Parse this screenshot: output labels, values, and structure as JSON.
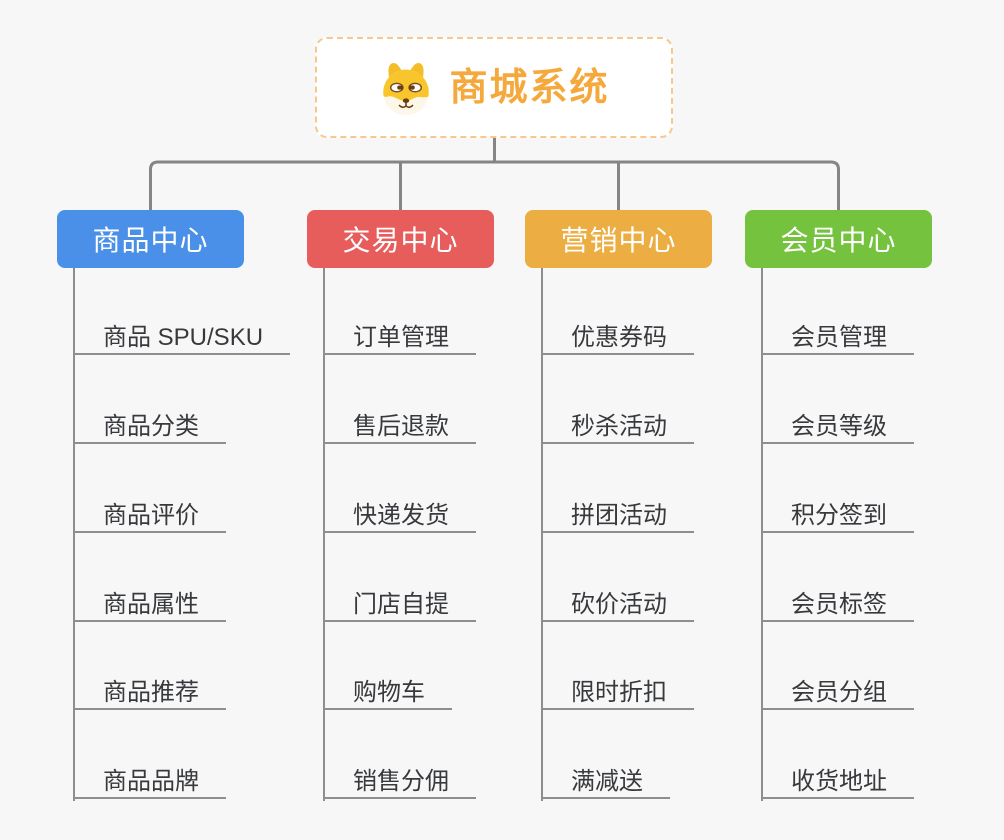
{
  "page": {
    "background": "#f7f7f7"
  },
  "root": {
    "title": "商城系统",
    "icon": "dog-face-icon",
    "text_color": "#f5a93d",
    "border_color": "#f6c88e"
  },
  "connector_color": "#858585",
  "leaf_line_color": "#8e8e8e",
  "branches": [
    {
      "label": "商品中心",
      "color": "#4a90e8",
      "children": [
        "商品 SPU/SKU",
        "商品分类",
        "商品评价",
        "商品属性",
        "商品推荐",
        "商品品牌"
      ]
    },
    {
      "label": "交易中心",
      "color": "#e65d5b",
      "children": [
        "订单管理",
        "售后退款",
        "快递发货",
        "门店自提",
        "购物车",
        "销售分佣"
      ]
    },
    {
      "label": "营销中心",
      "color": "#ecae42",
      "children": [
        "优惠券码",
        "秒杀活动",
        "拼团活动",
        "砍价活动",
        "限时折扣",
        "满减送"
      ]
    },
    {
      "label": "会员中心",
      "color": "#74c23e",
      "children": [
        "会员管理",
        "会员等级",
        "积分签到",
        "会员标签",
        "会员分组",
        "收货地址"
      ]
    }
  ]
}
